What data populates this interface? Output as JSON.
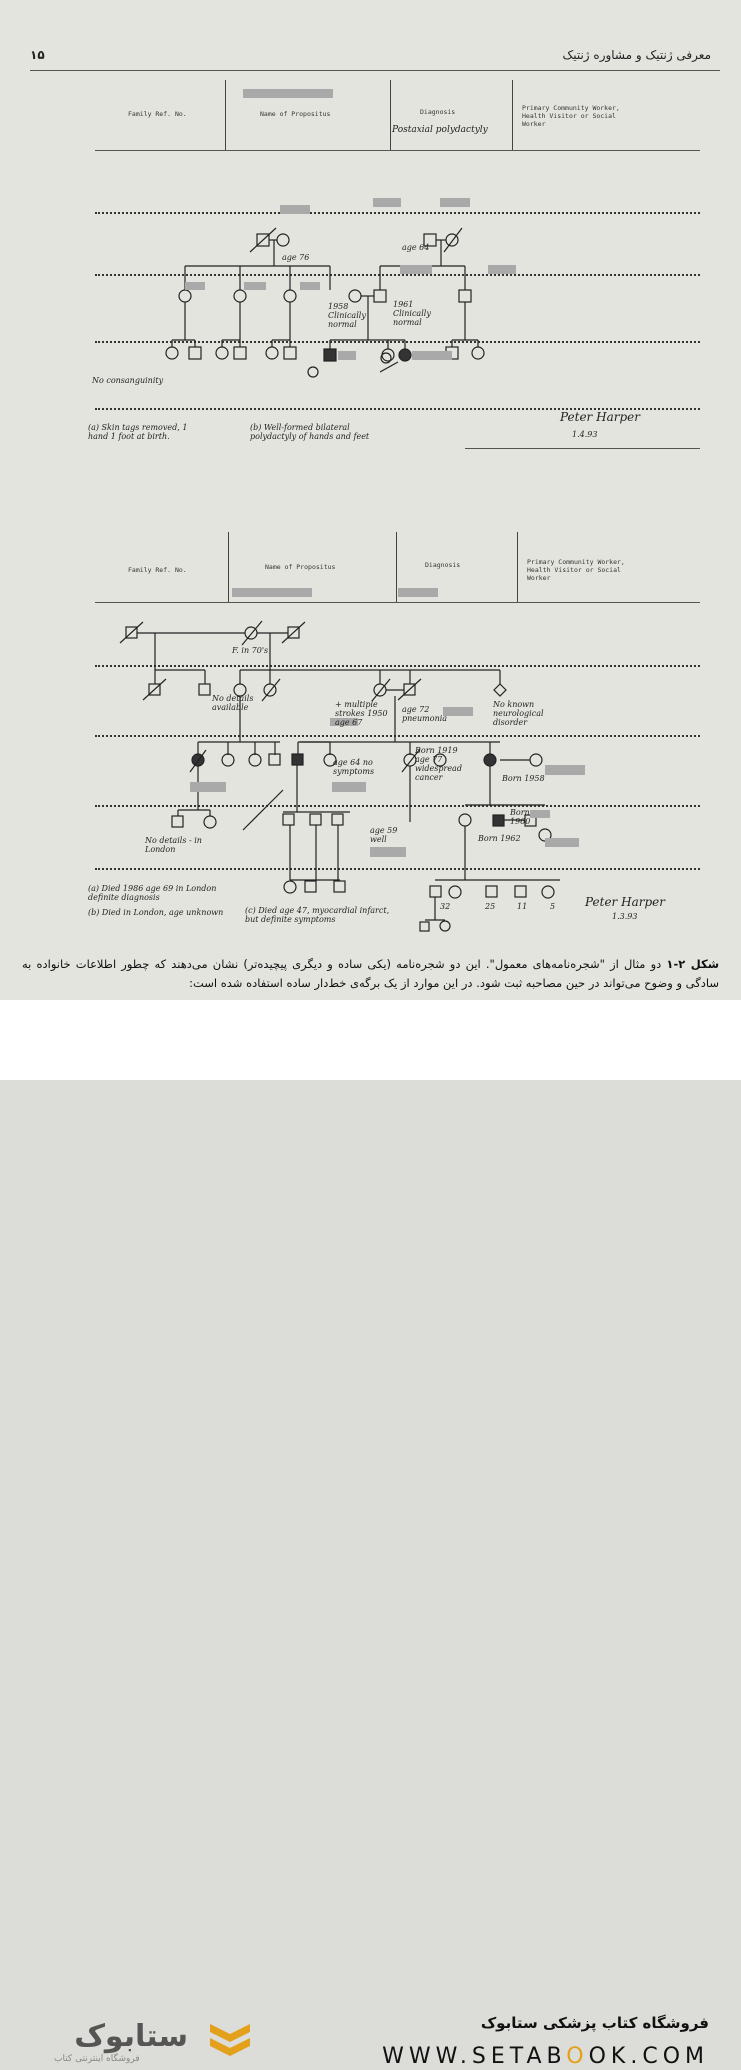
{
  "header": {
    "page_number": "۱۵",
    "title": "معرفی ژنتیک و مشاوره ژنتیک"
  },
  "form": {
    "family_ref": "Family Ref. No.",
    "propositus": "Name of Propositus",
    "diagnosis": "Diagnosis",
    "worker": "Primary Community Worker, Health Visitor or Social Worker"
  },
  "pedigree1": {
    "diagnosis_value": "Postaxial polydactyly",
    "notes": {
      "age76": "age 76",
      "age64": "age 64",
      "clin_a": "1958 Clinically normal",
      "clin_b": "1961 Clinically normal",
      "consang": "No consanguinity",
      "note_a": "(a) Skin tags removed, 1 hand 1 foot at birth.",
      "note_b": "(b) Well-formed bilateral polydactyly of hands and feet",
      "signature": "Peter Harper",
      "sig_date": "1.4.93"
    }
  },
  "pedigree2": {
    "notes": {
      "f70": "F. in 70's",
      "no_details": "No details available",
      "multiple": "+ multiple strokes 1950 age 67",
      "age72": "age 72 pneumonia",
      "no_known": "No known neurological disorder",
      "age64": "age 64 no symptoms",
      "cancer": "Born 1919 age 77 widespread cancer",
      "born1958": "Born 1958",
      "born1962": "Born 1962",
      "born1960": "Born 1960",
      "no_details_london": "No details - in London",
      "age59": "age 59 well",
      "ages": [
        "32",
        "25",
        "11",
        "5"
      ],
      "foot_a": "(a) Died 1986 age 69 in London definite diagnosis",
      "foot_b": "(b) Died in London, age unknown",
      "foot_c": "(c) Died age 47, myocardial infarct, but definite symptoms",
      "signature": "Peter Harper",
      "sig_date": "1.3.93"
    }
  },
  "caption": {
    "bold": "شکل ۲-۱",
    "text": "دو مثال از \"شجره‌نامه‌های معمول\". این دو شجره‌نامه (یکی ساده و دیگری پیچیده‌تر) نشان می‌دهند که چطور اطلاعات خانواده به سادگی و وضوح می‌تواند در حین مصاحبه ثبت شود. در این موارد از یک برگه‌ی خط‌دار ساده استفاده شده است:"
  },
  "footer": {
    "shop_name": "فروشگاه کتاب پزشکی ستابوک",
    "url_pre": "WWW.SETAB",
    "url_o": "O",
    "url_post": "OK.COM",
    "logo_text": "ستابوک",
    "logo_sub": "فروشگاه اینترنتی کتاب"
  }
}
